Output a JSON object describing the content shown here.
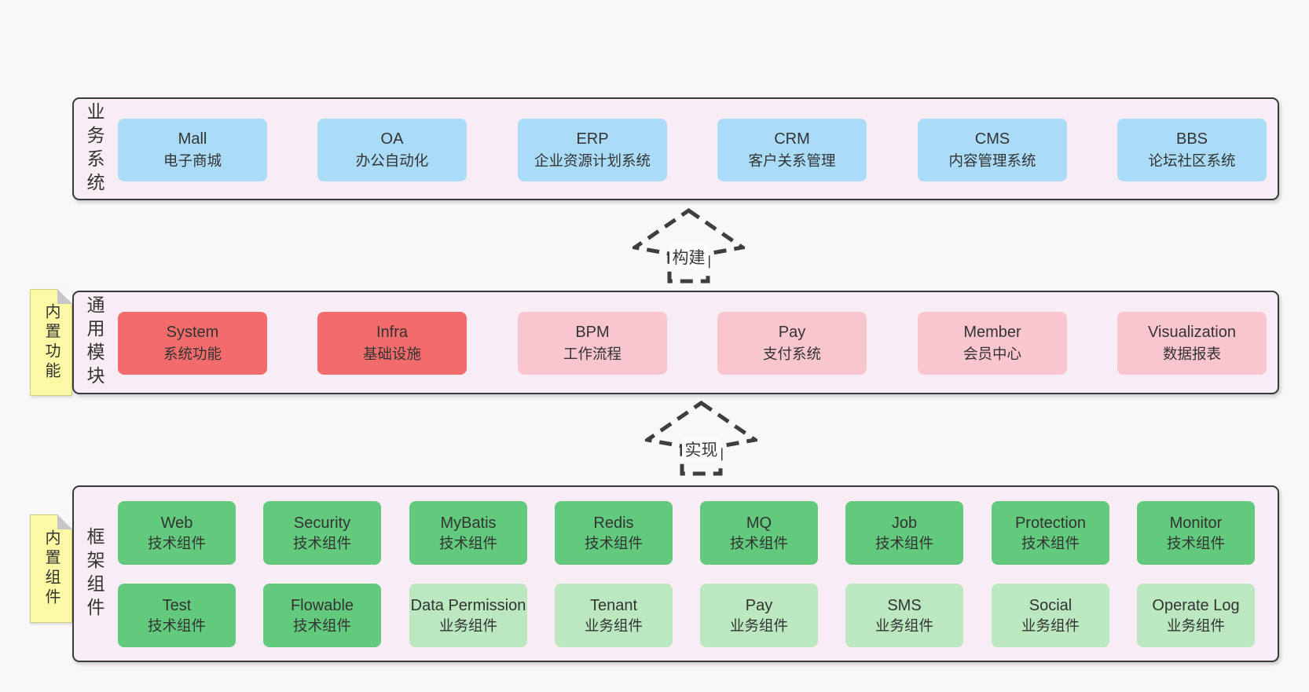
{
  "bands": [
    {
      "label": "业务系统",
      "boxes": [
        {
          "title": "Mall",
          "subtitle": "电子商城"
        },
        {
          "title": "OA",
          "subtitle": "办公自动化"
        },
        {
          "title": "ERP",
          "subtitle": "企业资源计划系统"
        },
        {
          "title": "CRM",
          "subtitle": "客户关系管理"
        },
        {
          "title": "CMS",
          "subtitle": "内容管理系统"
        },
        {
          "title": "BBS",
          "subtitle": "论坛社区系统"
        }
      ]
    },
    {
      "label": "通用模块",
      "sticky": "内置功能",
      "boxes": [
        {
          "title": "System",
          "subtitle": "系统功能"
        },
        {
          "title": "Infra",
          "subtitle": "基础设施"
        },
        {
          "title": "BPM",
          "subtitle": "工作流程"
        },
        {
          "title": "Pay",
          "subtitle": "支付系统"
        },
        {
          "title": "Member",
          "subtitle": "会员中心"
        },
        {
          "title": "Visualization",
          "subtitle": "数据报表"
        }
      ]
    },
    {
      "label": "框架组件",
      "sticky": "内置组件",
      "boxes": [
        {
          "title": "Web",
          "subtitle": "技术组件"
        },
        {
          "title": "Security",
          "subtitle": "技术组件"
        },
        {
          "title": "MyBatis",
          "subtitle": "技术组件"
        },
        {
          "title": "Redis",
          "subtitle": "技术组件"
        },
        {
          "title": "MQ",
          "subtitle": "技术组件"
        },
        {
          "title": "Job",
          "subtitle": "技术组件"
        },
        {
          "title": "Protection",
          "subtitle": "技术组件"
        },
        {
          "title": "Monitor",
          "subtitle": "技术组件"
        },
        {
          "title": "Test",
          "subtitle": "技术组件"
        },
        {
          "title": "Flowable",
          "subtitle": "技术组件"
        },
        {
          "title": "Data Permission",
          "subtitle": "业务组件"
        },
        {
          "title": "Tenant",
          "subtitle": "业务组件"
        },
        {
          "title": "Pay",
          "subtitle": "业务组件"
        },
        {
          "title": "SMS",
          "subtitle": "业务组件"
        },
        {
          "title": "Social",
          "subtitle": "业务组件"
        },
        {
          "title": "Operate Log",
          "subtitle": "业务组件"
        }
      ]
    }
  ],
  "arrows": [
    {
      "label": "构建"
    },
    {
      "label": "实现"
    }
  ],
  "colors": {
    "page_bg": "#f8f8f8",
    "band_bg": "#f8edf5",
    "band_border": "#3a3a3a",
    "box_blue": "#aadcf7",
    "box_red": "#f26c6c",
    "box_pink": "#f9c6d0",
    "box_green": "#62c97d",
    "box_light_green": "#bce8c0",
    "sticky_yellow": "#fbf9a3",
    "text": "#333333"
  }
}
